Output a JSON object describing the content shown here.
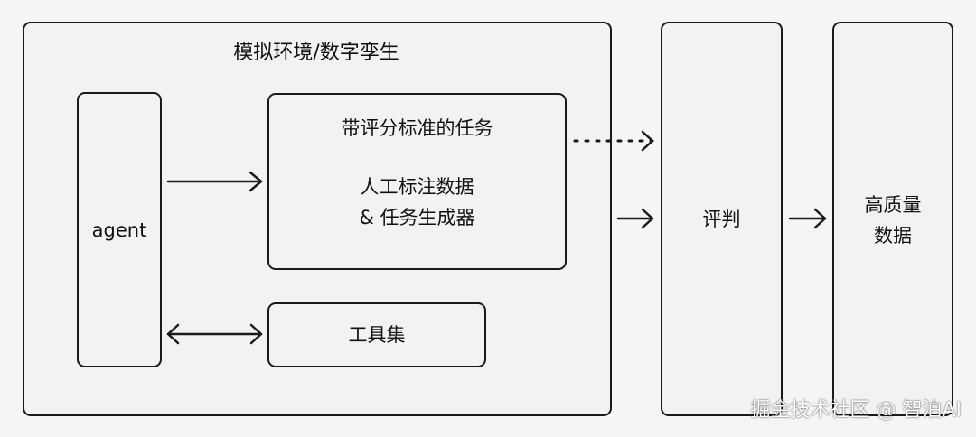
{
  "sim_env": {
    "title": "模拟环境/数字孪生"
  },
  "agent": {
    "label": "agent"
  },
  "task_box": {
    "title": "带评分标准的任务",
    "line1": "人工标注数据",
    "line2": "& 任务生成器"
  },
  "toolset": {
    "label": "工具集"
  },
  "judge": {
    "label": "评判"
  },
  "output": {
    "line1": "高质量",
    "line2": "数据"
  },
  "watermark": {
    "text": "掘金技术社区 @ 智泊AI"
  }
}
